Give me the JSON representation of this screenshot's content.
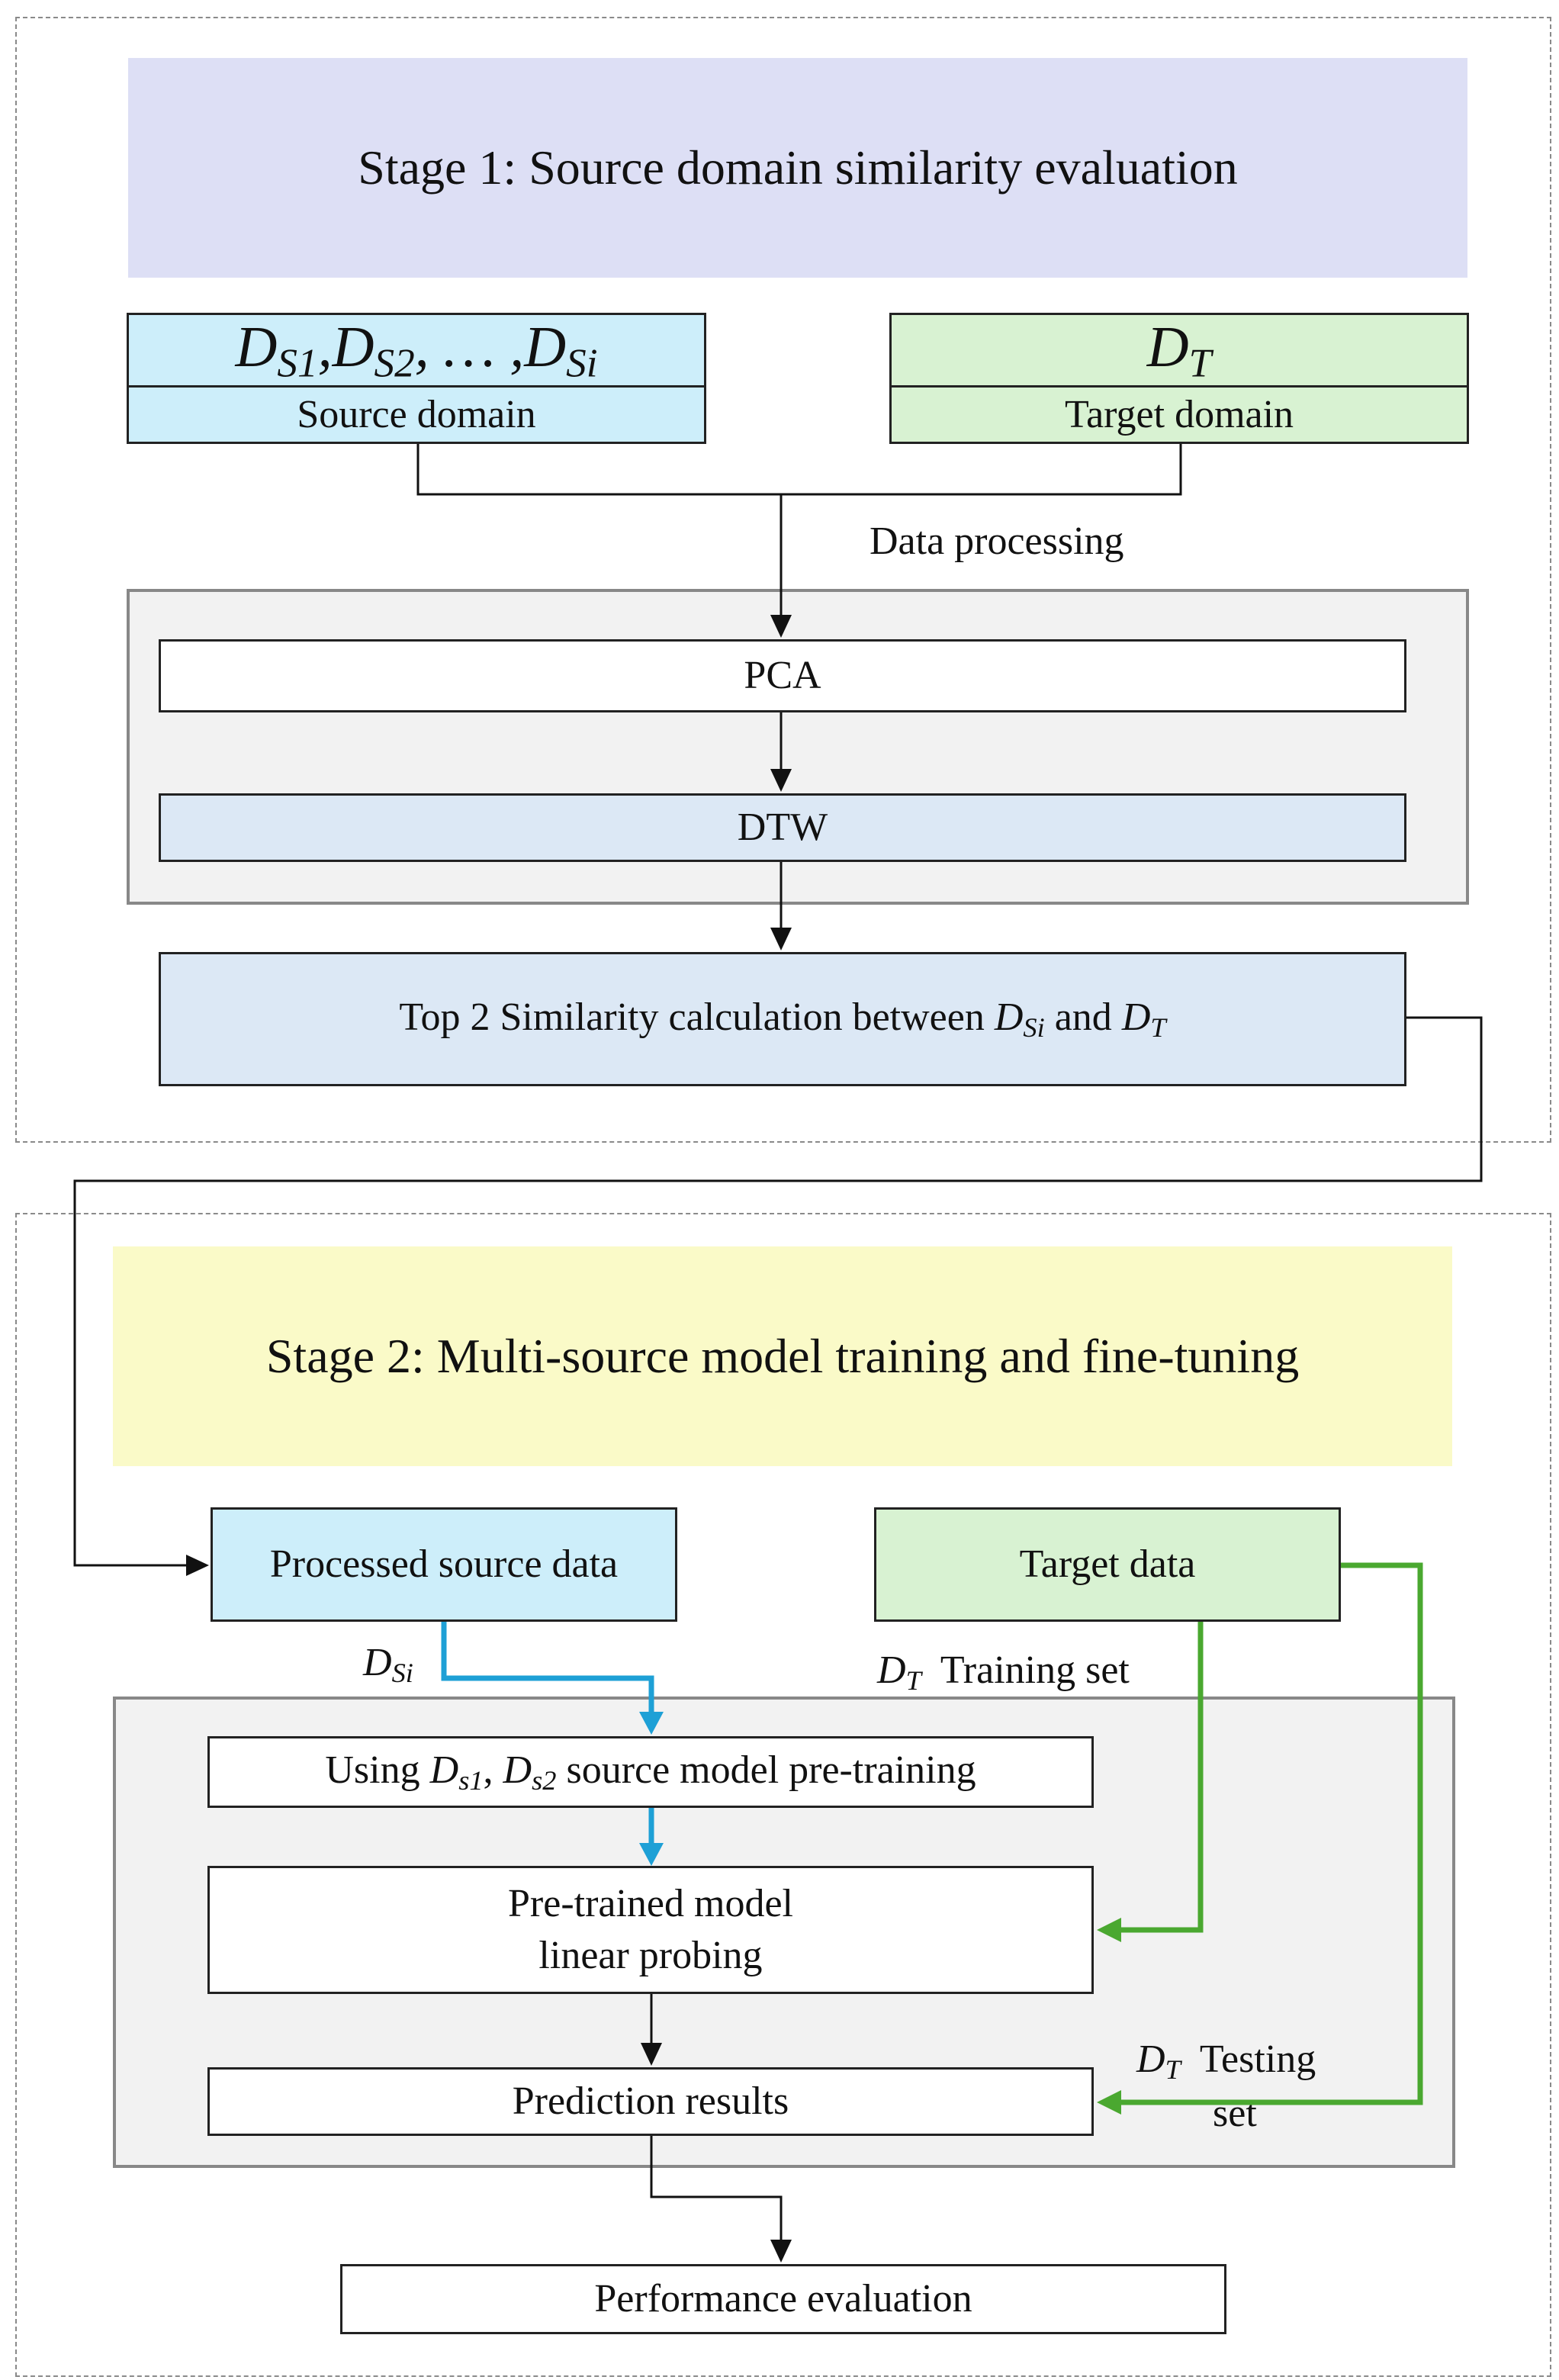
{
  "stage1": {
    "title": "Stage 1: Source domain similarity evaluation",
    "source_symbols": [
      "D",
      "S1",
      ",",
      "D",
      "S2",
      ", … ,",
      "D",
      "Si"
    ],
    "source_symbol_text": "D_S1, D_S2, …, D_Si",
    "source_label": "Source domain",
    "target_symbol": "D_T",
    "target_label": "Target domain",
    "data_processing_label": "Data processing",
    "pca_label": "PCA",
    "dtw_label": "DTW",
    "similarity_prefix": "Top 2 Similarity calculation between",
    "similarity_and": "and"
  },
  "stage2": {
    "title": "Stage 2: Multi-source model training and fine-tuning",
    "processed_source_label": "Processed source data",
    "target_data_label": "Target data",
    "dsi_label": "D_Si",
    "training_set_label": "Training set",
    "pretrain_using": "Using",
    "pretrain_suffix": "source model pre-training",
    "linear_probe_line1": "Pre-trained model",
    "linear_probe_line2": "linear probing",
    "prediction_label": "Prediction results",
    "testing_label": "Testing",
    "testing_set_label": "set",
    "performance_label": "Performance evaluation"
  },
  "colors": {
    "stage1_band": "#dddff5",
    "stage2_band": "#fafac8",
    "source_fill": "#cdeefa",
    "target_fill": "#d8f2d2",
    "process_fill": "#dce8f5",
    "blue_arrow": "#1ea0d6",
    "green_arrow": "#4aa830"
  }
}
